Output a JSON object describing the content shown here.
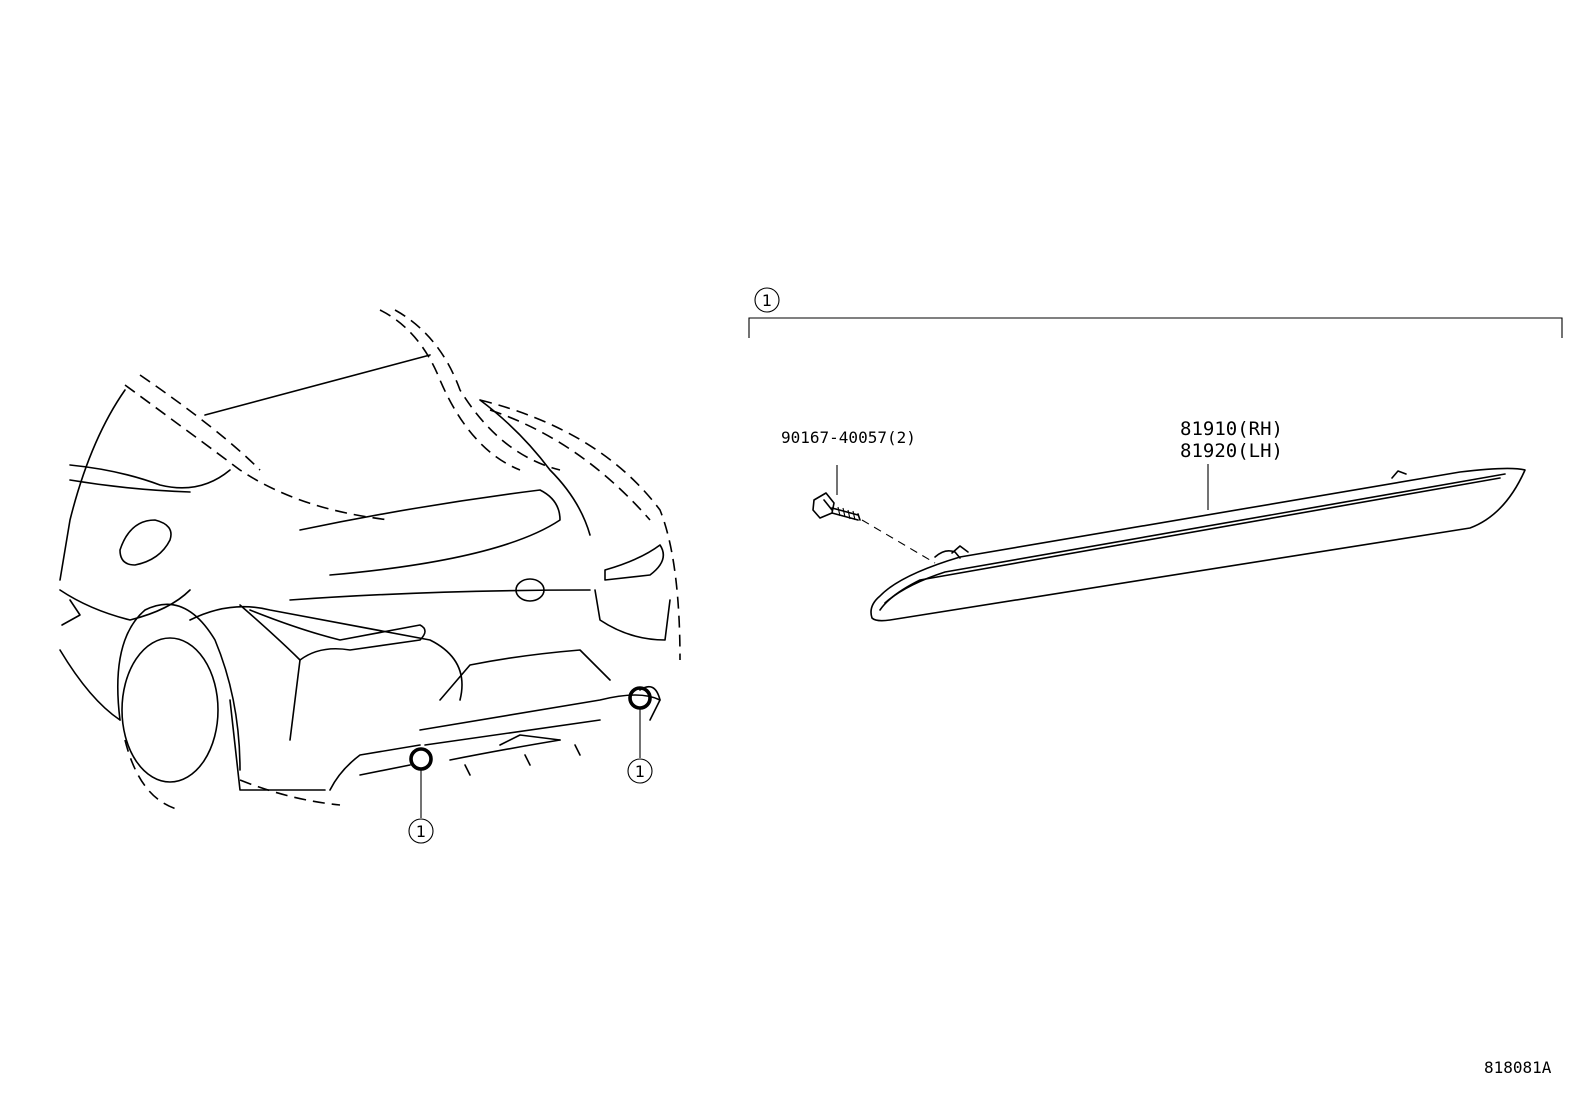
{
  "callout_number": "1",
  "parts": {
    "bolt_label": "90167-40057(2)",
    "lamp_label_rh": "81910(RH)",
    "lamp_label_lh": "81920(LH)"
  },
  "diagram_code": "818081A"
}
